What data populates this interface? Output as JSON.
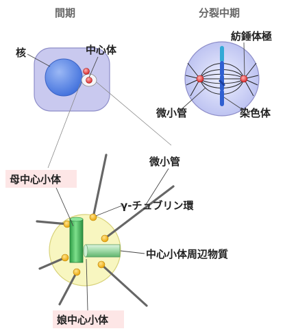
{
  "labels": {
    "interphase": "間期",
    "mitosis": "分裂中期",
    "nucleus": "核",
    "centrosome": "中心体",
    "spindle_pole": "紡錘体極",
    "microtubule_top": "微小管",
    "chromosome": "染色体",
    "microtubule_zoom": "微小管",
    "mother_centriole": "母中心小体",
    "gamma_tubulin_ring": "γ-チュブリン環",
    "pericentriolar_material": "中心小体周辺物質",
    "daughter_centriole": "娘中心小体"
  },
  "colors": {
    "cell": "#c9c9ef",
    "nucleus": "#4a78e0",
    "centrosome_marker": "#e03a3a",
    "pcm": "#f8f6c0",
    "centriole": "#3fbf5a",
    "gamma_ring": "#f2b400",
    "microtubule": "#666666",
    "label_highlight": "#fde6e6"
  }
}
